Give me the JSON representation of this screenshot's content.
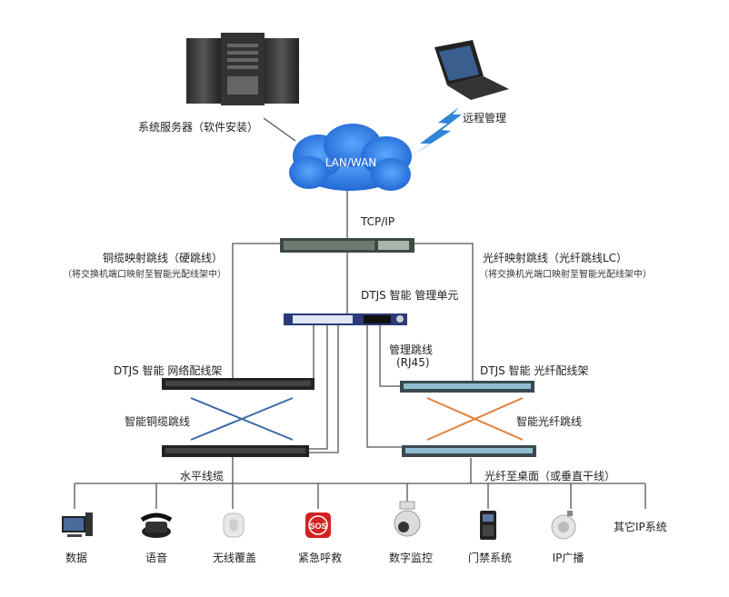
{
  "nodes": {
    "server_label": "系统服务器（软件安装）",
    "remote_label": "远程管理",
    "cloud_label": "LAN/WAN",
    "tcpip_label": "TCP/IP",
    "copper_map_label": "铜缆映射跳线（硬跳线）",
    "copper_map_sub": "（将交换机端口映射至智能光配线架中）",
    "fiber_map_label": "光纤映射跳线（光纤跳线LC）",
    "fiber_map_sub": "（将交换机光端口映射至智能光配线架中）",
    "mgmt_unit_label": "DTJS 智能 管理单元",
    "mgmt_patch_label": "管理跳线",
    "mgmt_patch_sub": "(RJ45)",
    "net_panel_label": "DTJS 智能  网络配线架",
    "fiber_panel_label": "DTJS 智能  光纤配线架",
    "copper_patch_label": "智能铜缆跳线",
    "fiber_patch_label": "智能光纤跳线",
    "horizontal_label": "水平线缆",
    "fiber_desk_label": "光纤至桌面（或垂直干线）"
  },
  "endpoints": [
    {
      "label": "数据",
      "icon": "computer-icon"
    },
    {
      "label": "语音",
      "icon": "telephone-icon"
    },
    {
      "label": "无线覆盖",
      "icon": "wireless-ap-icon"
    },
    {
      "label": "紧急呼救",
      "icon": "sos-icon"
    },
    {
      "label": "数字监控",
      "icon": "camera-icon"
    },
    {
      "label": "门禁系统",
      "icon": "access-control-icon"
    },
    {
      "label": "IP广播",
      "icon": "speaker-icon"
    },
    {
      "label": "其它IP系统",
      "icon": ""
    }
  ],
  "colors": {
    "line": "#555555",
    "blue_cross": "#3b6aa8",
    "orange_cross": "#e08040",
    "lightning": "#2f86d6",
    "cloud": "#1e6fd9"
  }
}
